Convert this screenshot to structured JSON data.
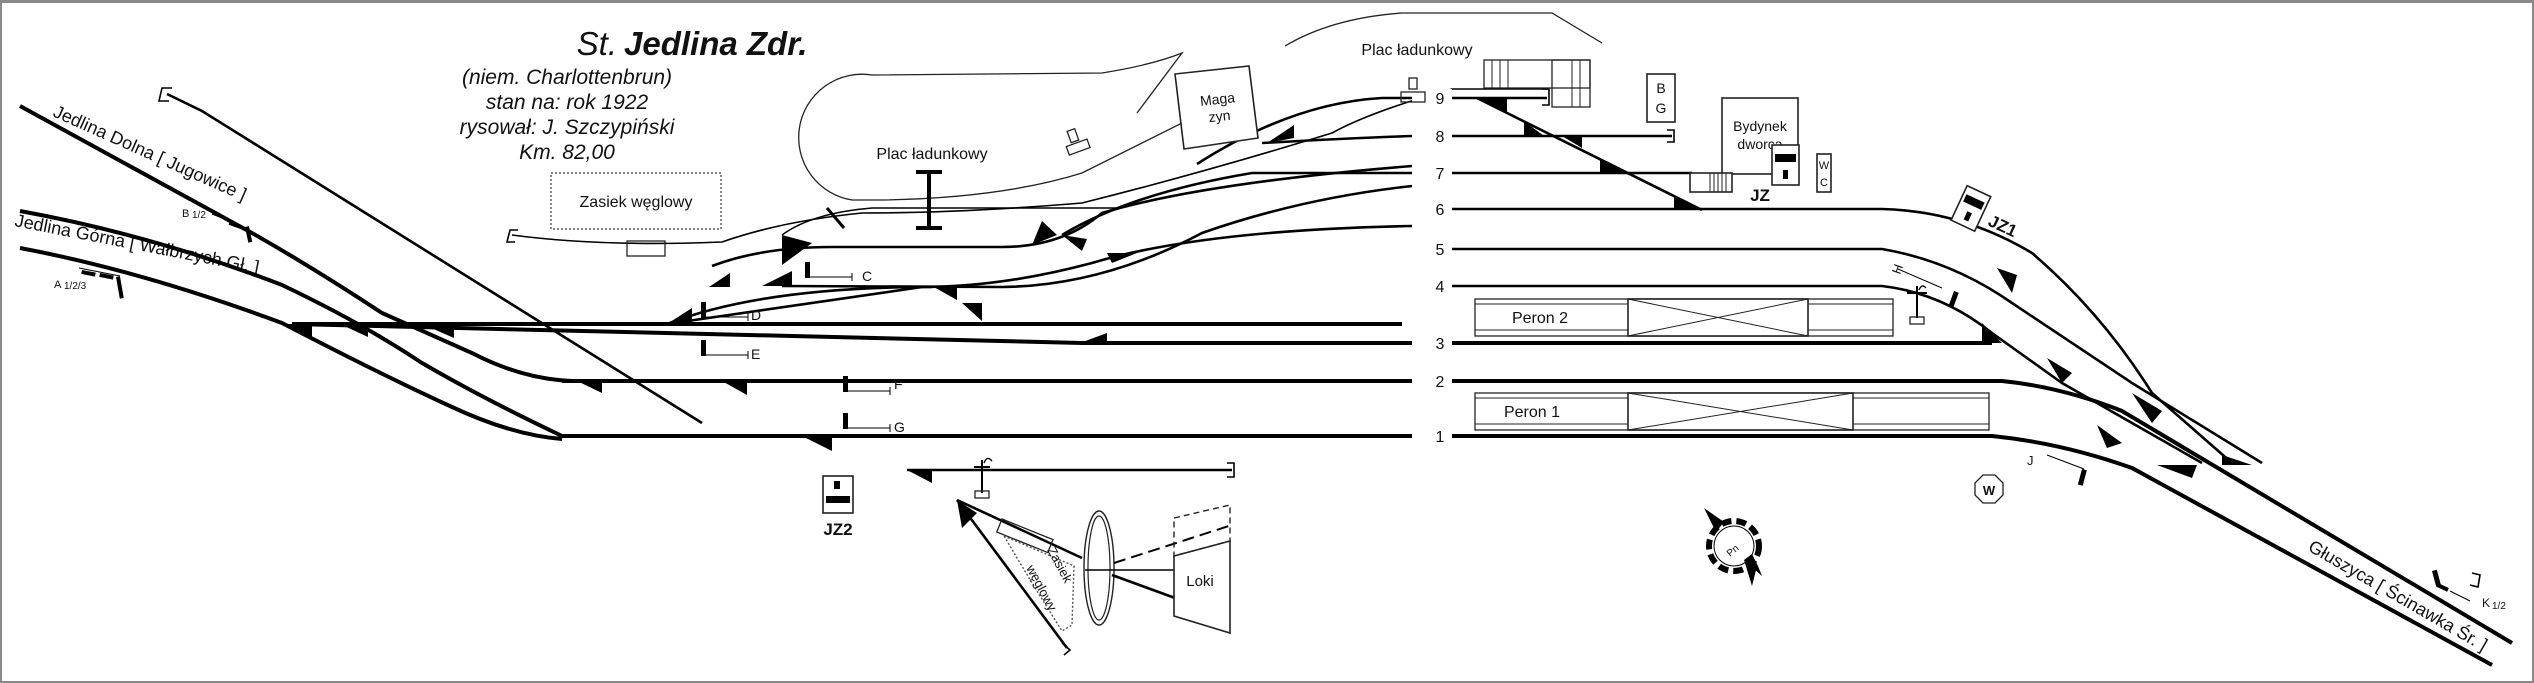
{
  "title": {
    "prefix": "St.",
    "name": "Jedlina Zdr.",
    "german_name": "(niem. Charlottenbrun)",
    "state": "stan na: rok 1922",
    "author": "rysował: J. Szczypiński",
    "km": "Km. 82,00"
  },
  "directions": {
    "top_left": "Jedlina Dolna [ Jugowice ]",
    "left": "Jedlina Górna [ Wałbrzych Gł. ]",
    "bottom_right": "Głuszyca [ Ścinawka Śr. ]"
  },
  "track_numbers": [
    "9",
    "8",
    "7",
    "6",
    "5",
    "4",
    "3",
    "2",
    "1"
  ],
  "signals": {
    "A": "A",
    "A_frac": "1/2/3",
    "B": "B",
    "B_frac": "1/2",
    "C": "C",
    "D": "D",
    "E": "E",
    "F": "F",
    "G": "G",
    "H": "H",
    "J": "J",
    "K": "K",
    "K_frac": "1/2"
  },
  "buildings": {
    "zasiek_top": "Zasiek węglowy",
    "plac_left": "Plac ładunkowy",
    "magazyn_1": "Maga",
    "magazyn_2": "zyn",
    "plac_top": "Plac ładunkowy",
    "bg_1": "B",
    "bg_2": "G",
    "dworzec_1": "Bydynek",
    "dworzec_2": "dworca",
    "wc_1": "W",
    "wc_2": "C",
    "peron_2": "Peron 2",
    "peron_1": "Peron 1",
    "zasiek_bottom_1": "Zasiek",
    "zasiek_bottom_2": "węglowy",
    "loki": "Loki",
    "water": "W"
  },
  "signal_boxes": {
    "jz": "JZ",
    "jz1": "JZ1",
    "jz2": "JZ2"
  },
  "compass": {
    "label": "Pn"
  }
}
